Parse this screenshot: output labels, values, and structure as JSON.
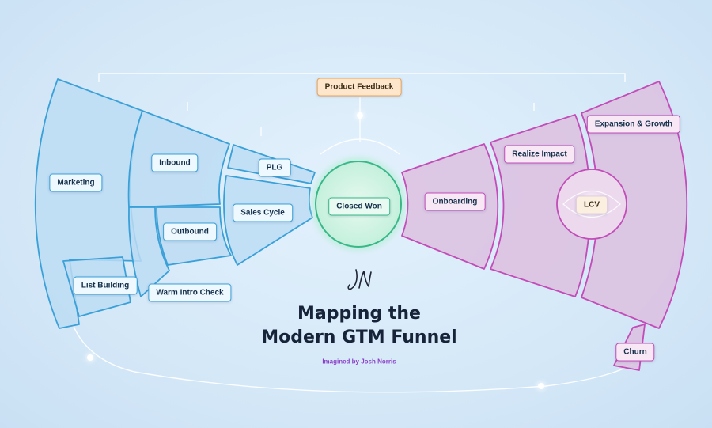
{
  "title": {
    "line1": "Mapping the",
    "line2": "Modern GTM Funnel"
  },
  "byline": "Imagined by Josh Norris",
  "logo": "JN",
  "center": {
    "label": "Closed Won"
  },
  "top_node": {
    "label": "Product Feedback"
  },
  "left_stages": {
    "marketing": "Marketing",
    "list_building": "List Building",
    "inbound": "Inbound",
    "outbound": "Outbound",
    "warm_intro_check": "Warm Intro Check",
    "plg": "PLG",
    "sales_cycle": "Sales Cycle"
  },
  "right_stages": {
    "onboarding": "Onboarding",
    "realize_impact": "Realize Impact",
    "expansion_growth": "Expansion & Growth",
    "lcv": "LCV",
    "churn": "Churn"
  },
  "colors": {
    "acquisition": "#3aa0d8",
    "retention": "#c24cb8",
    "closed_won": "#38b887",
    "feedback": "#e8a25c"
  }
}
